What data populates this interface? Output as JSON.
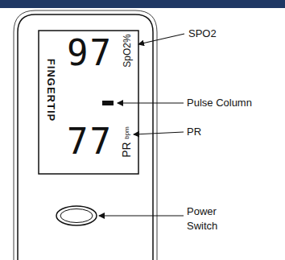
{
  "diagram": {
    "labels": [
      "97",
      "SpO2%",
      "FINGERTIP",
      "77",
      "bpm",
      "PR",
      "SPO2",
      "Pulse Column",
      "PR",
      "Power Switch"
    ]
  }
}
